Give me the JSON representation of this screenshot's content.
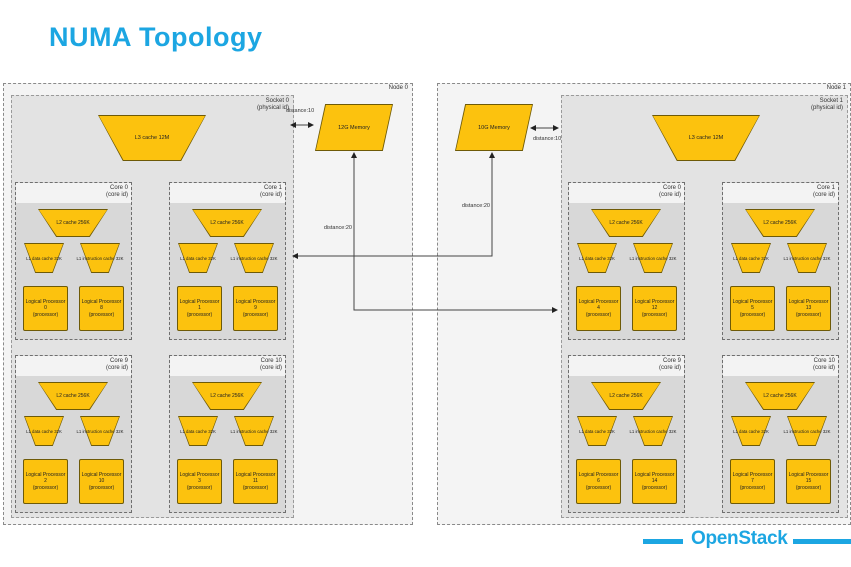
{
  "slide": {
    "title": "NUMA Topology",
    "brand": "OpenStack"
  },
  "colors": {
    "accent": "#1ca6e2",
    "fill": "#fcc20e",
    "border": "#6e5a07"
  },
  "distances": {
    "n0_mem_local": "distance:10",
    "n1_mem_local": "distance:10",
    "n0_mem_remote": "distance:20",
    "n1_mem_remote": "distance:20"
  },
  "nodes": [
    {
      "label": "Node 0",
      "memory": {
        "label": "12G Memory"
      },
      "socket": {
        "label": "Socket 0",
        "sublabel": "(physical id)",
        "l3": {
          "label": "L3 cache 12M"
        },
        "cores": [
          {
            "label": "Core 0",
            "sublabel": "(core id)",
            "l2": {
              "label": "L2 cache 256K"
            },
            "l1d": {
              "label": "L1 data cache 32K"
            },
            "l1i": {
              "label": "L1 instruction cache 32K"
            },
            "lps": [
              {
                "label": "Logical Processor 0",
                "sublabel": "(processor)"
              },
              {
                "label": "Logical Processor 8",
                "sublabel": "(processor)"
              }
            ]
          },
          {
            "label": "Core 1",
            "sublabel": "(core id)",
            "l2": {
              "label": "L2 cache 256K"
            },
            "l1d": {
              "label": "L1 data cache 32K"
            },
            "l1i": {
              "label": "L1 instruction cache 32K"
            },
            "lps": [
              {
                "label": "Logical Processor 1",
                "sublabel": "(processor)"
              },
              {
                "label": "Logical Processor 9",
                "sublabel": "(processor)"
              }
            ]
          },
          {
            "label": "Core 9",
            "sublabel": "(core id)",
            "l2": {
              "label": "L2 cache 256K"
            },
            "l1d": {
              "label": "L1 data cache 32K"
            },
            "l1i": {
              "label": "L1 instruction cache 32K"
            },
            "lps": [
              {
                "label": "Logical Processor 2",
                "sublabel": "(processor)"
              },
              {
                "label": "Logical Processor 10",
                "sublabel": "(processor)"
              }
            ]
          },
          {
            "label": "Core 10",
            "sublabel": "(core id)",
            "l2": {
              "label": "L2 cache 256K"
            },
            "l1d": {
              "label": "L1 data cache 32K"
            },
            "l1i": {
              "label": "L1 instruction cache 32K"
            },
            "lps": [
              {
                "label": "Logical Processor 3",
                "sublabel": "(processor)"
              },
              {
                "label": "Logical Processor 11",
                "sublabel": "(processor)"
              }
            ]
          }
        ]
      }
    },
    {
      "label": "Node 1",
      "memory": {
        "label": "10G Memory"
      },
      "socket": {
        "label": "Socket 1",
        "sublabel": "(physical id)",
        "l3": {
          "label": "L3 cache 12M"
        },
        "cores": [
          {
            "label": "Core 0",
            "sublabel": "(core id)",
            "l2": {
              "label": "L2 cache 256K"
            },
            "l1d": {
              "label": "L1 data cache 32K"
            },
            "l1i": {
              "label": "L1 instruction cache 32K"
            },
            "lps": [
              {
                "label": "Logical Processor 4",
                "sublabel": "(processor)"
              },
              {
                "label": "Logical Processor 12",
                "sublabel": "(processor)"
              }
            ]
          },
          {
            "label": "Core 1",
            "sublabel": "(core id)",
            "l2": {
              "label": "L2 cache 256K"
            },
            "l1d": {
              "label": "L1 data cache 32K"
            },
            "l1i": {
              "label": "L1 instruction cache 32K"
            },
            "lps": [
              {
                "label": "Logical Processor 5",
                "sublabel": "(processor)"
              },
              {
                "label": "Logical Processor 13",
                "sublabel": "(processor)"
              }
            ]
          },
          {
            "label": "Core 9",
            "sublabel": "(core id)",
            "l2": {
              "label": "L2 cache 256K"
            },
            "l1d": {
              "label": "L1 data cache 32K"
            },
            "l1i": {
              "label": "L1 instruction cache 32K"
            },
            "lps": [
              {
                "label": "Logical Processor 6",
                "sublabel": "(processor)"
              },
              {
                "label": "Logical Processor 14",
                "sublabel": "(processor)"
              }
            ]
          },
          {
            "label": "Core 10",
            "sublabel": "(core id)",
            "l2": {
              "label": "L2 cache 256K"
            },
            "l1d": {
              "label": "L1 data cache 32K"
            },
            "l1i": {
              "label": "L1 instruction cache 32K"
            },
            "lps": [
              {
                "label": "Logical Processor 7",
                "sublabel": "(processor)"
              },
              {
                "label": "Logical Processor 15",
                "sublabel": "(processor)"
              }
            ]
          }
        ]
      }
    }
  ]
}
